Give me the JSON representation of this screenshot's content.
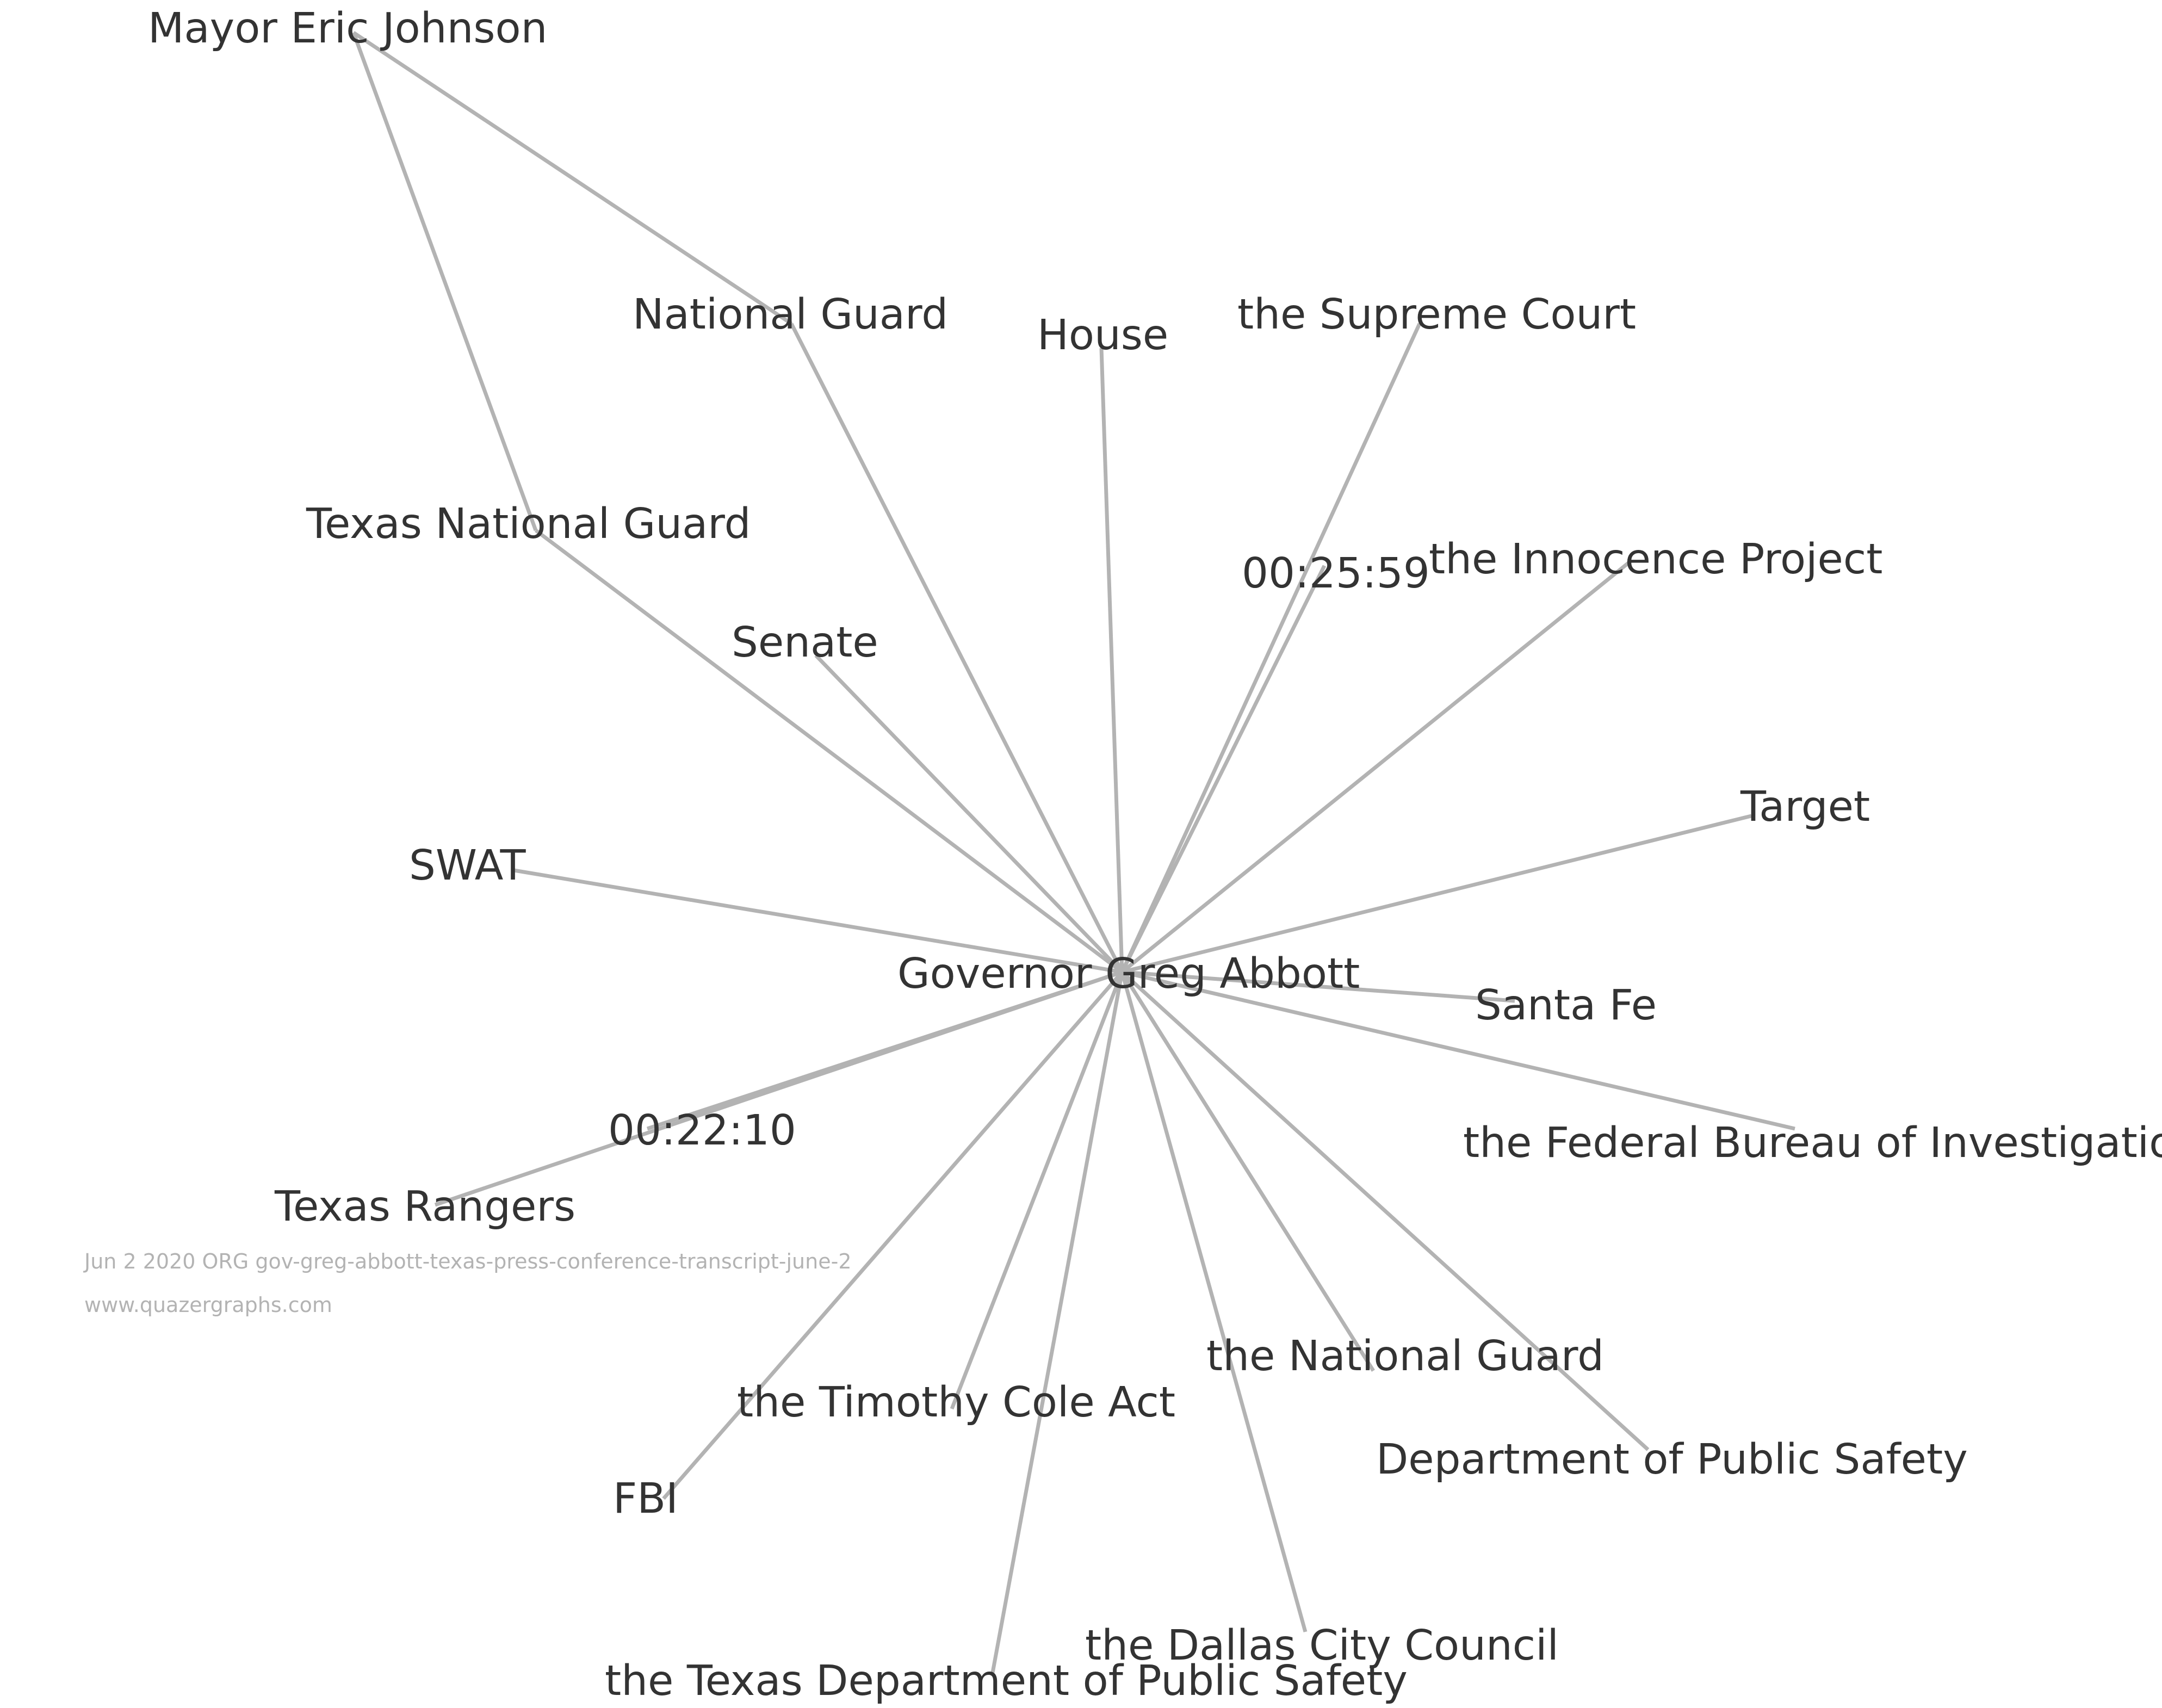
{
  "graph": {
    "center": "Governor Greg Abbott",
    "nodes": [
      {
        "id": "abbott",
        "label": "Governor Greg Abbott"
      },
      {
        "id": "eric_johnson",
        "label": "Mayor Eric Johnson"
      },
      {
        "id": "national_guard",
        "label": "National Guard"
      },
      {
        "id": "house",
        "label": "House"
      },
      {
        "id": "supreme_court",
        "label": "the Supreme Court"
      },
      {
        "id": "texas_national_guard",
        "label": "Texas National Guard"
      },
      {
        "id": "time_2559",
        "label": "00:25:59"
      },
      {
        "id": "innocence_project",
        "label": "the Innocence Project"
      },
      {
        "id": "senate",
        "label": "Senate"
      },
      {
        "id": "target",
        "label": "Target"
      },
      {
        "id": "swat",
        "label": "SWAT"
      },
      {
        "id": "santa_fe",
        "label": "Santa Fe"
      },
      {
        "id": "time_2210",
        "label": "00:22:10"
      },
      {
        "id": "fbi_full",
        "label": "the Federal Bureau of Investigation"
      },
      {
        "id": "texas_rangers",
        "label": "Texas Rangers"
      },
      {
        "id": "the_national_guard",
        "label": "the National Guard"
      },
      {
        "id": "timothy_cole",
        "label": "the Timothy Cole Act"
      },
      {
        "id": "dps",
        "label": "Department of Public Safety"
      },
      {
        "id": "fbi",
        "label": "FBI"
      },
      {
        "id": "dallas_council",
        "label": "the Dallas City Council"
      },
      {
        "id": "texas_dps",
        "label": "the Texas Department of Public Safety"
      }
    ],
    "edges": [
      [
        "abbott",
        "national_guard"
      ],
      [
        "abbott",
        "house"
      ],
      [
        "abbott",
        "supreme_court"
      ],
      [
        "abbott",
        "texas_national_guard"
      ],
      [
        "abbott",
        "time_2559"
      ],
      [
        "abbott",
        "innocence_project"
      ],
      [
        "abbott",
        "senate"
      ],
      [
        "abbott",
        "target"
      ],
      [
        "abbott",
        "swat"
      ],
      [
        "abbott",
        "santa_fe"
      ],
      [
        "abbott",
        "time_2210"
      ],
      [
        "abbott",
        "fbi_full"
      ],
      [
        "abbott",
        "texas_rangers"
      ],
      [
        "abbott",
        "the_national_guard"
      ],
      [
        "abbott",
        "timothy_cole"
      ],
      [
        "abbott",
        "dps"
      ],
      [
        "abbott",
        "fbi"
      ],
      [
        "abbott",
        "dallas_council"
      ],
      [
        "abbott",
        "texas_dps"
      ],
      [
        "eric_johnson",
        "national_guard"
      ],
      [
        "eric_johnson",
        "texas_national_guard"
      ]
    ]
  },
  "caption": {
    "line1": "Jun 2 2020 ORG gov-greg-abbott-texas-press-conference-transcript-june-2",
    "line2": "www.quazergraphs.com"
  },
  "colors": {
    "edge": "#b3b3b3",
    "label": "#333333",
    "caption": "#b3b3b3"
  }
}
